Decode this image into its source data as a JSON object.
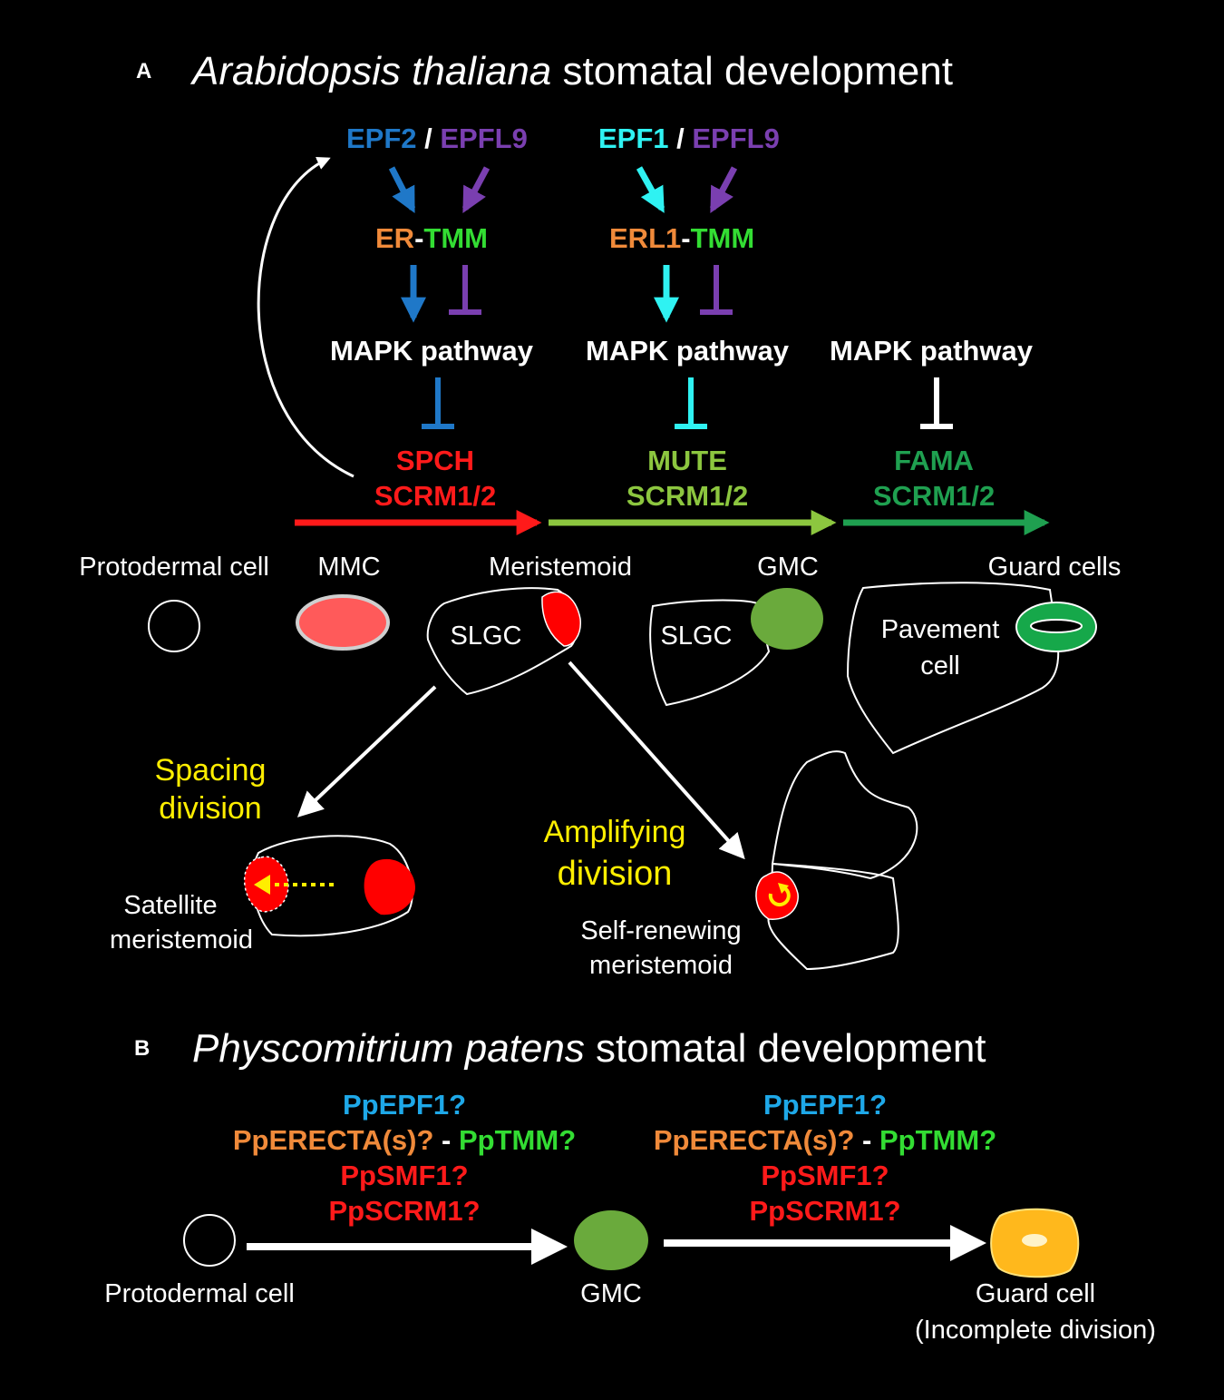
{
  "colors": {
    "background": "#000000",
    "white": "#ffffff",
    "epf2_blue": "#1f78c8",
    "epfl9_purple": "#7a3fb0",
    "epf1_cyan": "#2ff2f2",
    "er_orange": "#f08a3a",
    "tmm_green": "#33dd33",
    "spch_red": "#ff1a1a",
    "mute_lightgreen": "#8cc63f",
    "fama_green": "#1fa050",
    "mmc_salmon": "#ff5a5a",
    "meristemoid_red": "#ff0000",
    "gmc_green": "#6aaa3c",
    "guard_green": "#16a84a",
    "yellow": "#ffee00",
    "pp_blue": "#1ea8e8",
    "guard_orange": "#ffb81c"
  },
  "panel_a": {
    "letter": "A",
    "title_italic": "Arabidopsis thaliana",
    "title_rest": " stomatal development",
    "ligands_1": {
      "epf2": "EPF2",
      "sep": " / ",
      "epfl9": "EPFL9"
    },
    "ligands_2": {
      "epf1": "EPF1",
      "sep": " / ",
      "epfl9": "EPFL9"
    },
    "receptor_1": {
      "er": "ER",
      "dash": "-",
      "tmm": "TMM"
    },
    "receptor_2": {
      "erl1": "ERL1",
      "dash": "-",
      "tmm": "TMM"
    },
    "mapk": [
      "MAPK pathway",
      "MAPK pathway",
      "MAPK pathway"
    ],
    "tf_1": {
      "top": "SPCH",
      "bottom": "SCRM1/2"
    },
    "tf_2": {
      "top": "MUTE",
      "bottom": "SCRM1/2"
    },
    "tf_3": {
      "top": "FAMA",
      "bottom": "SCRM1/2"
    },
    "cells": {
      "protodermal": "Protodermal cell",
      "mmc": "MMC",
      "meristemoid": "Meristemoid",
      "gmc": "GMC",
      "guard_cells": "Guard cells",
      "slgc_1": "SLGC",
      "slgc_2": "SLGC",
      "pavement_1": "Pavement",
      "pavement_2": "cell"
    },
    "divisions": {
      "spacing_1": "Spacing",
      "spacing_2": "division",
      "amplifying_1": "Amplifying",
      "amplifying_2": "division",
      "satellite_1": "Satellite",
      "satellite_2": "meristemoid",
      "selfrenew_1": "Self-renewing",
      "selfrenew_2": "meristemoid"
    }
  },
  "panel_b": {
    "letter": "B",
    "title_italic": "Physcomitrium patens",
    "title_rest": " stomatal development",
    "step_1": {
      "epf": "PpEPF1?",
      "erecta": "PpERECTA(s)?",
      "dash": " - ",
      "tmm": "PpTMM?",
      "smf": "PpSMF1?",
      "scrm": "PpSCRM1?"
    },
    "step_2": {
      "epf": "PpEPF1?",
      "erecta": "PpERECTA(s)?",
      "dash": " - ",
      "tmm": "PpTMM?",
      "smf": "PpSMF1?",
      "scrm": "PpSCRM1?"
    },
    "cells": {
      "protodermal": "Protodermal cell",
      "gmc": "GMC",
      "guard_1": "Guard cell",
      "guard_2": "(Incomplete division)"
    }
  }
}
